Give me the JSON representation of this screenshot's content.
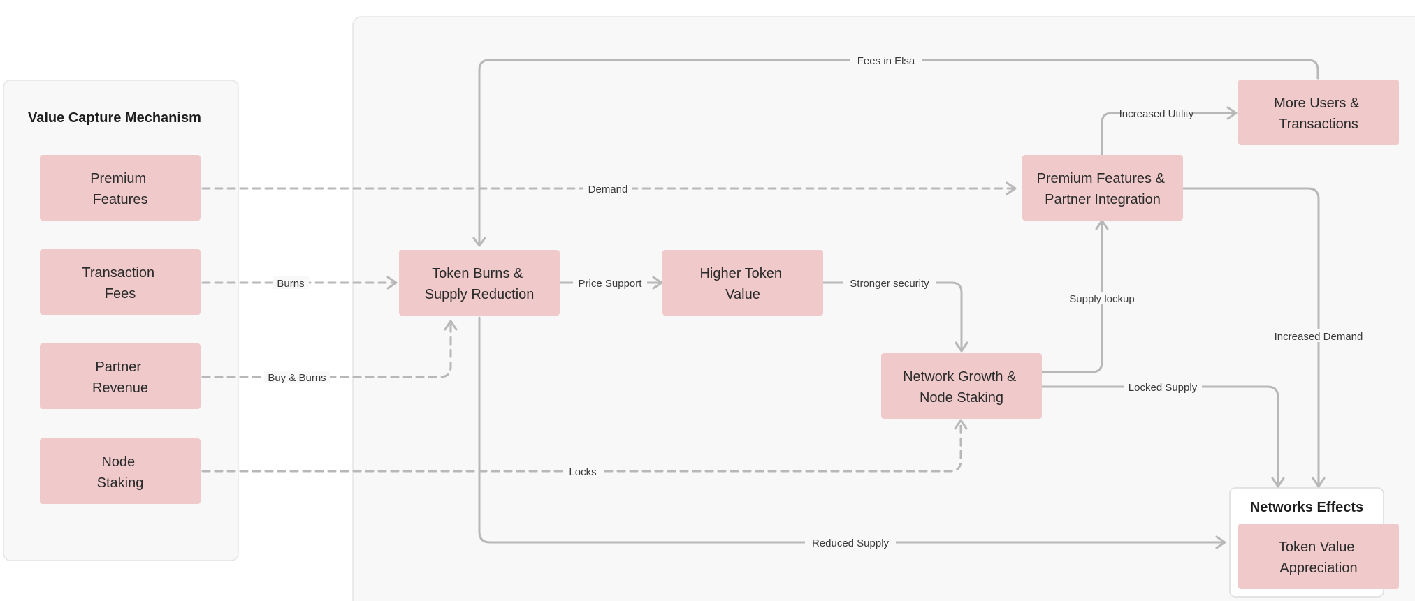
{
  "groups": {
    "value_capture": {
      "title": "Value Capture Mechanism"
    },
    "network_effects": {
      "title": "Networks Effects"
    }
  },
  "nodes": {
    "premium_features": {
      "lines": [
        "Premium",
        "Features"
      ]
    },
    "transaction_fees": {
      "lines": [
        "Transaction",
        "Fees"
      ]
    },
    "partner_revenue": {
      "lines": [
        "Partner",
        "Revenue"
      ]
    },
    "node_staking": {
      "lines": [
        "Node",
        "Staking"
      ]
    },
    "token_burns": {
      "lines": [
        "Token Burns &",
        "Supply Reduction"
      ]
    },
    "higher_token_value": {
      "lines": [
        "Higher Token",
        "Value"
      ]
    },
    "network_growth": {
      "lines": [
        "Network Growth &",
        "Node Staking"
      ]
    },
    "premium_partner": {
      "lines": [
        "Premium Features &",
        "Partner Integration"
      ]
    },
    "more_users": {
      "lines": [
        "More Users &",
        "Transactions"
      ]
    },
    "token_value_appreciation": {
      "lines": [
        "Token Value",
        "Appreciation"
      ]
    }
  },
  "edges": {
    "fees_in_elsa": {
      "label": "Fees in Elsa",
      "style": "solid"
    },
    "increased_utility": {
      "label": "Increased Utility",
      "style": "solid"
    },
    "demand": {
      "label": "Demand",
      "style": "dashed"
    },
    "burns": {
      "label": "Burns",
      "style": "dashed"
    },
    "buy_burns": {
      "label": "Buy & Burns",
      "style": "dashed"
    },
    "locks": {
      "label": "Locks",
      "style": "dashed"
    },
    "price_support": {
      "label": "Price Support",
      "style": "solid"
    },
    "stronger_security": {
      "label": "Stronger security",
      "style": "solid"
    },
    "supply_lockup": {
      "label": "Supply lockup",
      "style": "solid"
    },
    "increased_demand": {
      "label": "Increased Demand",
      "style": "solid"
    },
    "locked_supply": {
      "label": "Locked Supply",
      "style": "solid"
    },
    "reduced_supply": {
      "label": "Reduced Supply",
      "style": "solid"
    }
  },
  "colors": {
    "node_fill": "#f0caca",
    "edge_stroke": "#b8b8b8",
    "panel_fill": "#f8f8f8"
  }
}
